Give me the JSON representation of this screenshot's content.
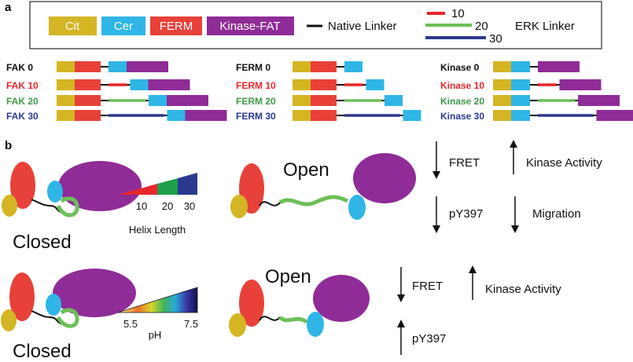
{
  "panels": {
    "a": "a",
    "b": "b"
  },
  "legend": {
    "domains": [
      {
        "label": "Cit",
        "color": "#d4b524"
      },
      {
        "label": "Cer",
        "color": "#2fb6e6"
      },
      {
        "label": "FERM",
        "color": "#e8413a"
      },
      {
        "label": "Kinase-FAT",
        "color": "#8f2c97"
      }
    ],
    "native_linker": "Native Linker",
    "erk_linker": "ERK Linker",
    "linker_lengths": [
      {
        "label": "10",
        "color": "#e8262a"
      },
      {
        "label": "20",
        "color": "#6dbf58"
      },
      {
        "label": "30",
        "color": "#2b3a8f"
      }
    ]
  },
  "constructs": {
    "groups": [
      {
        "name": "FAK",
        "rows": [
          {
            "label": "FAK  0",
            "color": "#111111",
            "linker": 0
          },
          {
            "label": "FAK 10",
            "color": "#e8262a",
            "linker": 10
          },
          {
            "label": "FAK 20",
            "color": "#3f9b46",
            "linker": 20
          },
          {
            "label": "FAK 30",
            "color": "#2b3a8f",
            "linker": 30
          }
        ]
      },
      {
        "name": "FERM",
        "rows": [
          {
            "label": "FERM  0",
            "color": "#111111",
            "linker": 0
          },
          {
            "label": "FERM 10",
            "color": "#e8262a",
            "linker": 10
          },
          {
            "label": "FERM 20",
            "color": "#3f9b46",
            "linker": 20
          },
          {
            "label": "FERM 30",
            "color": "#2b3a8f",
            "linker": 30
          }
        ]
      },
      {
        "name": "Kinase",
        "rows": [
          {
            "label": "Kinase  0",
            "color": "#111111",
            "linker": 0
          },
          {
            "label": "Kinase 10",
            "color": "#e8262a",
            "linker": 10
          },
          {
            "label": "Kinase 20",
            "color": "#3f9b46",
            "linker": 20
          },
          {
            "label": "Kinase 30",
            "color": "#2b3a8f",
            "linker": 30
          }
        ]
      }
    ]
  },
  "row1": {
    "closed": "Closed",
    "open": "Open",
    "helix_ticks": [
      "10",
      "20",
      "30"
    ],
    "helix_label": "Helix Length",
    "effects": {
      "fret": "FRET",
      "kinase_activity": "Kinase Activity",
      "py397": "pY397",
      "migration": "Migration"
    }
  },
  "row2": {
    "closed": "Closed",
    "open": "Open",
    "ph_min": "5.5",
    "ph_max": "7.5",
    "ph_label": "pH",
    "effects": {
      "fret": "FRET",
      "kinase_activity": "Kinase Activity",
      "py397": "pY397"
    }
  }
}
